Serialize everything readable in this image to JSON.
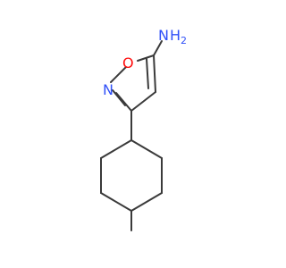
{
  "molecule": {
    "atom_labels": {
      "amine_n": "N",
      "amine_h": "H",
      "amine_h_count": "2",
      "ring_o": "O",
      "ring_n": "N"
    },
    "colors": {
      "bond": "#3a3a3a",
      "nitrogen": "#3050f8",
      "oxygen": "#ff0d0d"
    }
  }
}
